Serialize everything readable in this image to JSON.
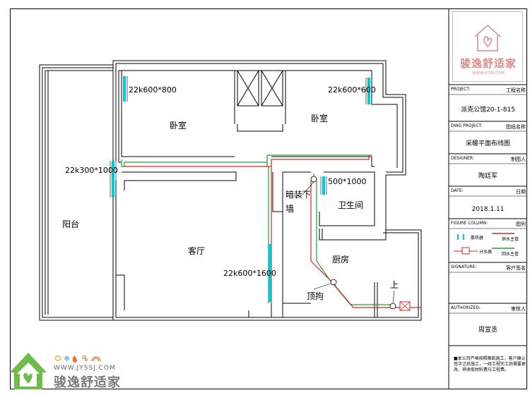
{
  "plan": {
    "rooms": {
      "bedroom_left": "卧室",
      "bedroom_right": "卧室",
      "balcony": "阳台",
      "living_room": "客厅",
      "bathroom": "卫生间",
      "kitchen": "厨房",
      "hidden_pipe": "暗装下墙",
      "ceiling_pipe": "顶拘",
      "up": "上"
    },
    "radiators": {
      "bedroom_left": "22k600*800",
      "bedroom_right": "22k600*600",
      "balcony_wall": "22k300*1000",
      "bathroom": "500*1000",
      "living_room": "22k600*1600"
    }
  },
  "title_block": {
    "project_label": "PROJECT:",
    "project_label_cn": "工程名称",
    "project_value": "派克公馆20-1-815",
    "dwg_label": "DWG PROJECT:",
    "dwg_label_cn": "图纸名称",
    "dwg_value": "采暖平面布线图",
    "designer_label": "DESIGNER:",
    "designer_label_cn": "制图人",
    "designer_value": "陶廷军",
    "date_label": "DATE:",
    "date_label_cn": "日期",
    "date_value": "2018.1.11",
    "figure_label": "FIGURE COLUMN:",
    "figure_label_cn": "图列",
    "legend_radiator": "散热器",
    "legend_valve": "分水器",
    "legend_supply": "供水主管",
    "legend_return": "回水主管",
    "signature_label": "SIGNATURE:",
    "signature_label_cn": "客户签名",
    "authorized_label": "AUTHORIZED:",
    "authorized_label_cn": "审核人",
    "authorized_value": "周宣丞",
    "note": "■本公司严格按照图纸施工，客户确认签字之后施工，一经工程完工后需要更改，将收取材料费与工程费。"
  },
  "logo": {
    "name": "骏逸舒适家",
    "url": "WWW.JYSSJ.COM"
  },
  "brand": {
    "url": "WWW.JYSSJ.COM",
    "name": "骏逸舒适家"
  },
  "colors": {
    "radiator": "#00c8d8",
    "supply": "#e02020",
    "return": "#20a030",
    "wall": "#000000",
    "logo": "#d98a8a"
  }
}
